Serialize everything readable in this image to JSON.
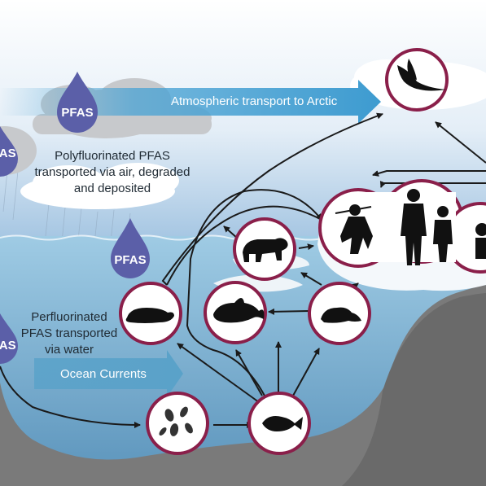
{
  "labels": {
    "drop": "PFAS",
    "atmospheric_arrow": "Atmospheric transport to Arctic",
    "polyfluorinated": "Polyfluorinated PFAS transported via air, degraded and deposited",
    "perfluorinated": "Perfluorinated PFAS transported via water",
    "ocean_arrow": "Ocean Currents"
  },
  "colors": {
    "sky_top": "#ffffff",
    "sky_bottom": "#a9c9e6",
    "sea_surface": "#8fc3e0",
    "sea_deep": "#5b95bd",
    "rock": "#757575",
    "drop": "#5b5fa8",
    "circle_border": "#8a1f4a",
    "arrow": "#1a1a1a",
    "transport_arrow": "#4aa3d4"
  },
  "icons": {
    "bird": "seabird-icon",
    "polar_bear": "polar-bear-icon",
    "people": "human-figures-icon",
    "walrus": "walrus-icon",
    "whale": "whale-icon",
    "seal": "seal-icon",
    "plankton": "plankton-icon",
    "fish": "fish-icon"
  }
}
